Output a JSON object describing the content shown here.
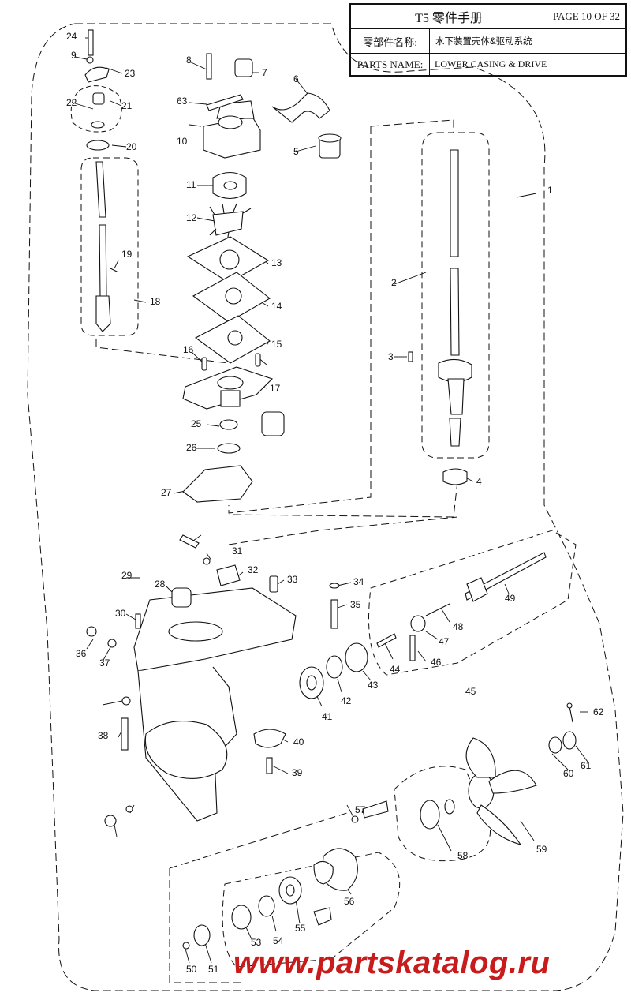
{
  "header": {
    "title": "T5 零件手册",
    "page": "PAGE 10 OF 32",
    "name_cn_label": "零部件名称:",
    "name_cn_value": "水下装置壳体&驱动系统",
    "name_en_label": "PARTS NAME:",
    "name_en_value": "LOWER CASING & DRIVE"
  },
  "callouts": [
    "1",
    "2",
    "3",
    "4",
    "5",
    "6",
    "7",
    "8",
    "9",
    "10",
    "11",
    "12",
    "13",
    "14",
    "15",
    "16",
    "17",
    "18",
    "19",
    "20",
    "21",
    "22",
    "23",
    "24",
    "25",
    "26",
    "27",
    "28",
    "29",
    "30",
    "31",
    "32",
    "33",
    "34",
    "35",
    "36",
    "37",
    "38",
    "39",
    "40",
    "41",
    "42",
    "43",
    "44",
    "45",
    "46",
    "47",
    "48",
    "49",
    "50",
    "51",
    "53",
    "54",
    "55",
    "56",
    "57",
    "58",
    "59",
    "60",
    "61",
    "62",
    "63"
  ],
  "watermark": "www.partskatalog.ru",
  "colors": {
    "ink": "#111111",
    "watermark": "#c81c1c",
    "background": "#ffffff"
  }
}
